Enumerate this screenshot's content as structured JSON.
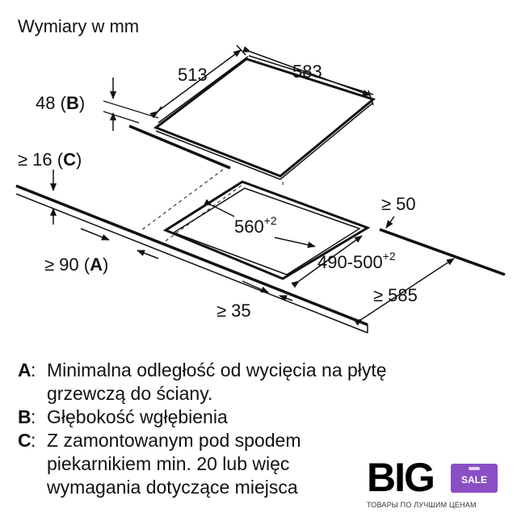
{
  "header": {
    "title": "Wymiary w mm"
  },
  "dimensions": {
    "width_top": "513",
    "depth_top": "583",
    "thickness": "48",
    "thickness_key": "B",
    "counter_gap": "≥ 16",
    "counter_gap_key": "C",
    "back_clearance": "≥ 50",
    "cutout_width_base": "560",
    "cutout_width_tol": "+2",
    "cutout_depth_base": "490-500",
    "cutout_depth_tol": "+2",
    "wall_distance": "≥ 90",
    "wall_distance_key": "A",
    "front_clearance": "≥ 35",
    "counter_depth": "≥ 585"
  },
  "legend": [
    {
      "key": "A",
      "lines": [
        "Minimalna odległość od wycięcia na płytę",
        "grzewczą do ściany."
      ]
    },
    {
      "key": "B",
      "lines": [
        "Głębokość wgłębienia"
      ]
    },
    {
      "key": "C",
      "lines": [
        "Z zamontowanym pod spodem",
        "piekarnikiem min. 20 lub więc",
        "wymagania dotyczące miejsca"
      ]
    }
  ],
  "badge": {
    "logo": "BIG",
    "tag": "SALE",
    "slogan": "ТОВАРЫ ПО ЛУЧШИМ ЦЕНАМ"
  }
}
